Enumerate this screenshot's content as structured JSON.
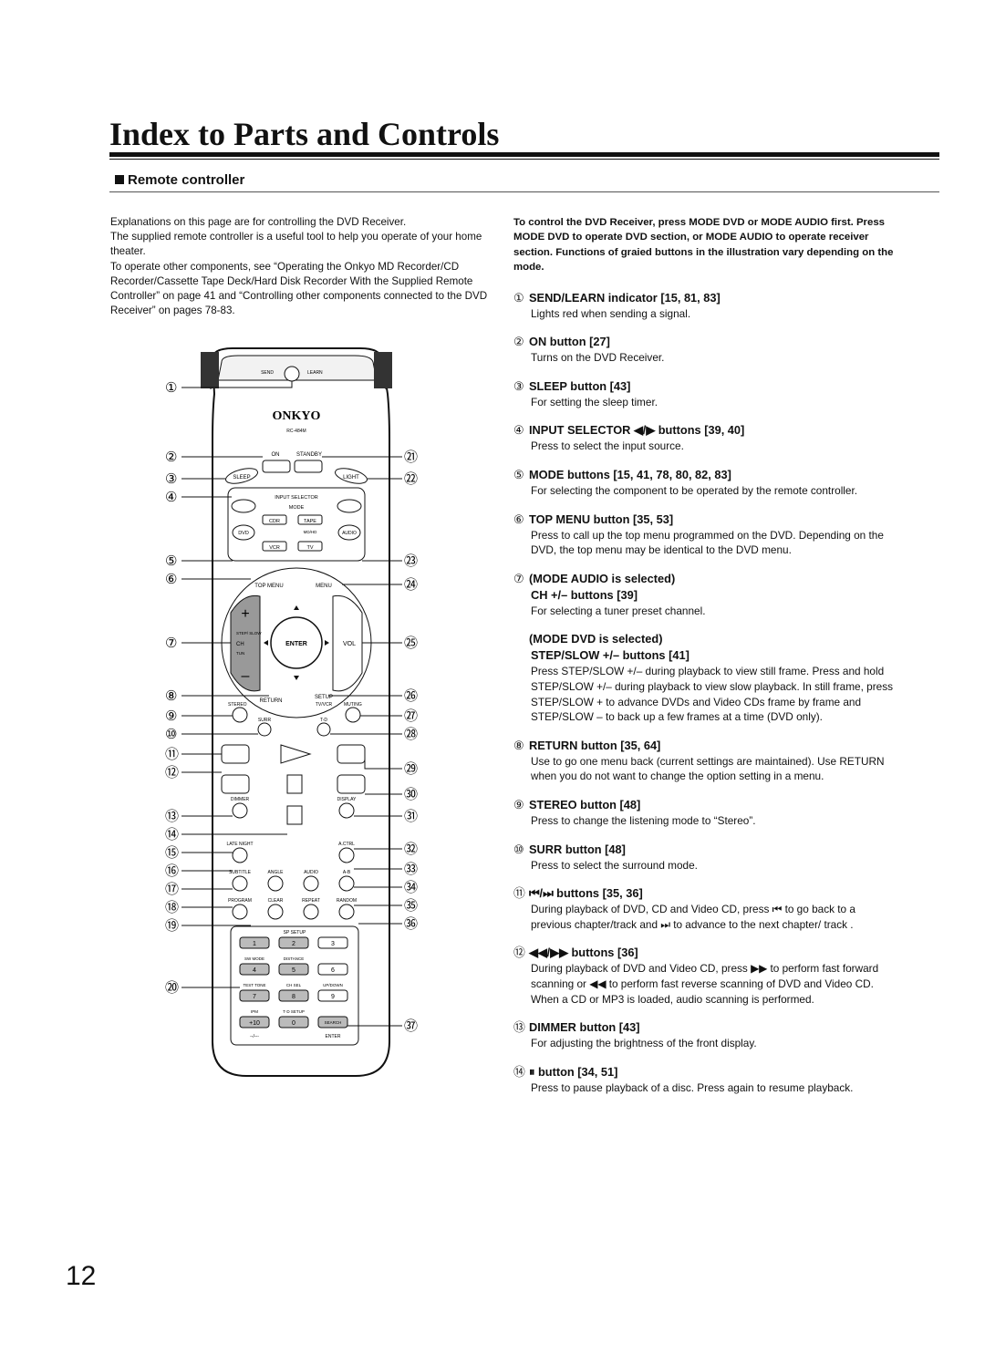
{
  "page": {
    "title": "Index to Parts and Controls",
    "section": "Remote controller",
    "page_number": "12"
  },
  "intro": {
    "p1": "Explanations on this page are for controlling the DVD Receiver.",
    "p2": "The supplied remote controller is a useful tool to help you operate of your home theater.",
    "p3": "To operate other components, see “Operating the Onkyo MD Recorder/CD Recorder/Cassette Tape Deck/Hard Disk Recorder With the Supplied Remote Controller” on page 41 and “Controlling other components connected to the DVD Receiver” on pages 78-83."
  },
  "lead_note": "To control the DVD Receiver, press MODE DVD or MODE AUDIO first. Press MODE DVD to operate DVD section, or MODE AUDIO to operate receiver section. Functions of graied buttons in the illustration vary depending on the mode.",
  "items": [
    {
      "num": "①",
      "title": "SEND/LEARN indicator [15, 81, 83]",
      "desc": "Lights red when sending a signal."
    },
    {
      "num": "②",
      "title": "ON button [27]",
      "desc": "Turns on the DVD Receiver."
    },
    {
      "num": "③",
      "title": "SLEEP button [43]",
      "desc": "For setting the sleep timer."
    },
    {
      "num": "④",
      "title": "INPUT SELECTOR ◀/▶ buttons [39, 40]",
      "desc": "Press to select the input source."
    },
    {
      "num": "⑤",
      "title": "MODE buttons [15, 41, 78, 80, 82, 83]",
      "desc": "For selecting the component to be operated by the remote controller."
    },
    {
      "num": "⑥",
      "title": "TOP MENU button [35, 53]",
      "desc": "Press to call up the top menu programmed on the DVD. Depending on the DVD, the top menu may be identical to the DVD menu."
    },
    {
      "num": "⑦",
      "title": "(MODE AUDIO is selected)",
      "title2": "CH +/– buttons [39]",
      "desc": "For selecting a tuner preset channel."
    },
    {
      "num": "",
      "title": "(MODE DVD is selected)",
      "title2": "STEP/SLOW +/– buttons [41]",
      "desc": "Press STEP/SLOW +/– during playback to view still frame. Press and hold STEP/SLOW +/– during playback to view slow playback. In still frame, press STEP/SLOW + to advance DVDs and Video CDs frame by frame and STEP/SLOW – to back up a few frames at a time (DVD only)."
    },
    {
      "num": "⑧",
      "title": "RETURN button [35, 64]",
      "desc": "Use to go one menu back (current settings are maintained). Use RETURN when you do not want to change the option setting in a menu."
    },
    {
      "num": "⑨",
      "title": "STEREO button [48]",
      "desc": "Press to change the listening mode to “Stereo”."
    },
    {
      "num": "⑩",
      "title": "SURR button [48]",
      "desc": "Press to select the surround mode."
    },
    {
      "num": "⑪",
      "title": "⏮/⏭ buttons [35, 36]",
      "desc": "During playback of DVD, CD and Video CD, press ⏮ to go back to a previous chapter/track and ⏭ to advance to the next chapter/ track ."
    },
    {
      "num": "⑫",
      "title": "◀◀/▶▶ buttons [36]",
      "desc": "During playback of DVD and Video CD, press ▶▶ to perform fast forward scanning or ◀◀ to perform fast reverse scanning of DVD and Video CD. When a CD or MP3 is loaded, audio scanning is performed."
    },
    {
      "num": "⑬",
      "title": "DIMMER button [43]",
      "desc": "For adjusting the brightness of the front display."
    },
    {
      "num": "⑭",
      "title": "⏸ button [34, 51]",
      "desc": "Press to pause playback of a disc. Press again to resume playback."
    }
  ],
  "remote": {
    "brand": "ONKYO",
    "model": "RC-484M",
    "labels": {
      "send": "SEND",
      "learn": "LEARN",
      "on": "ON",
      "standby": "STANDBY",
      "sleep": "SLEEP",
      "light": "LIGHT",
      "input_selector": "INPUT SELECTOR",
      "mode": "MODE",
      "cdr": "CDR",
      "tape": "TAPE",
      "dvd": "DVD",
      "mdhd": "MD/HD",
      "audio": "AUDIO",
      "vcr": "VCR",
      "tv": "TV",
      "top_menu": "TOP MENU",
      "menu": "MENU",
      "enter": "ENTER",
      "vol": "VOL",
      "step_slow": "STEP/ SLOW",
      "ch": "CH",
      "tun": "TUN",
      "return": "RETURN",
      "setup": "SETUP",
      "tvvcr": "TV/VCR",
      "stereo": "STEREO",
      "muting": "MUTING",
      "surr": "SURR",
      "td": "T-D",
      "dimmer": "DIMMER",
      "display": "DISPLAY",
      "late_night": "LATE NIGHT",
      "actrl": "A.CTRL",
      "subtitle": "SUBTITLE",
      "angle": "ANGLE",
      "audio_btn": "AUDIO",
      "ab": "A-B",
      "program": "PROGRAM",
      "clear": "CLEAR",
      "repeat": "REPEAT",
      "random": "RANDOM",
      "sp_setup": "SP SETUP",
      "sw_mode": "SW MODE",
      "distance": "DISTANCE",
      "test_tone": "TEST TONE",
      "ch_sel": "CH SEL",
      "updown": "UP/DOWN",
      "ipm": "IPM",
      "td_setup": "T·D SETUP",
      "search": "SEARCH",
      "dashes": "--/---",
      "enter2": "ENTER",
      "k1": "1",
      "k2": "2",
      "k3": "3",
      "k4": "4",
      "k5": "5",
      "k6": "6",
      "k7": "7",
      "k8": "8",
      "k9": "9",
      "k10": "+10",
      "k0": "0",
      "plus": "+",
      "minus": "–"
    },
    "callouts_left": [
      "①",
      "②",
      "③",
      "④",
      "⑤",
      "⑥",
      "⑦",
      "⑧",
      "⑨",
      "⑩",
      "⑪",
      "⑫",
      "⑬",
      "⑭",
      "⑮",
      "⑯",
      "⑰",
      "⑱",
      "⑲",
      "⑳"
    ],
    "callouts_right": [
      "㉑",
      "㉒",
      "㉓",
      "㉔",
      "㉕",
      "㉖",
      "㉗",
      "㉘",
      "㉙",
      "㉚",
      "㉛",
      "㉜",
      "㉝",
      "㉞",
      "㉟",
      "㊱",
      "㊲"
    ]
  }
}
